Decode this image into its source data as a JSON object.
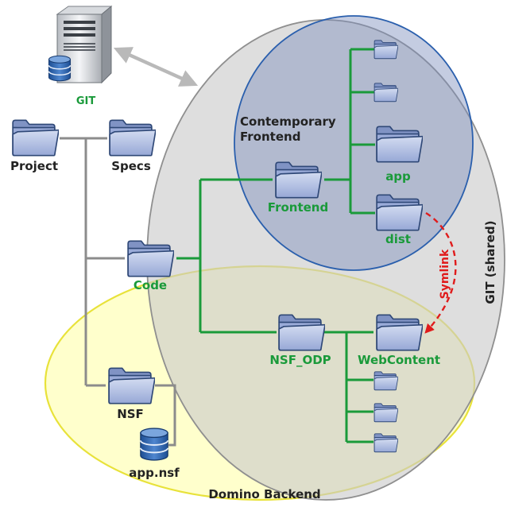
{
  "labels": {
    "git": "GIT",
    "project": "Project",
    "specs": "Specs",
    "contemporary_line1": "Contemporary",
    "contemporary_line2": "Frontend",
    "frontend": "Frontend",
    "app": "app",
    "dist": "dist",
    "code": "Code",
    "nsf_odp": "NSF_ODP",
    "webcontent": "WebContent",
    "nsf": "NSF",
    "app_nsf": "app.nsf",
    "domino_backend": "Domino Backend",
    "git_shared": "GIT (shared)",
    "symlink": "Symlink"
  },
  "colors": {
    "green": "#1a9a3a",
    "red": "#e01b1b",
    "git_region": "#d9d9d9",
    "frontend_region": "#93a3c8",
    "domino_region": "#ffffc6",
    "folder_fill": "#a9b8de",
    "folder_stroke": "#2f4877"
  },
  "icons": [
    "server-icon",
    "folder-icon",
    "database-icon"
  ]
}
